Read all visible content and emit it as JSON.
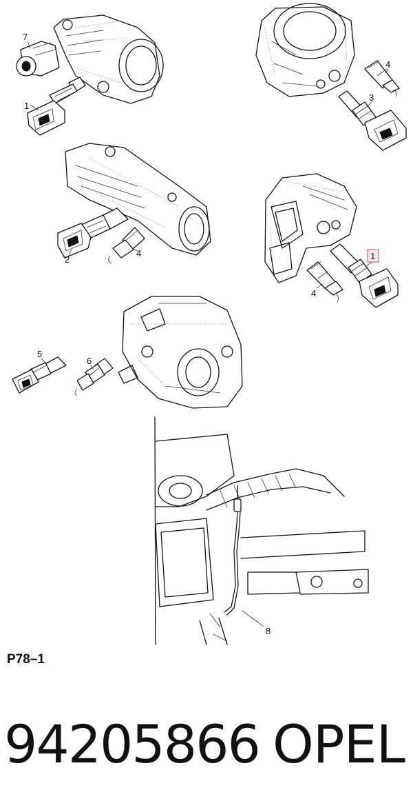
{
  "diagram": {
    "callouts": [
      {
        "id": "c7",
        "label": "7"
      },
      {
        "id": "c1a",
        "label": "1"
      },
      {
        "id": "c4a",
        "label": "4"
      },
      {
        "id": "c3",
        "label": "3"
      },
      {
        "id": "c2",
        "label": "2"
      },
      {
        "id": "c4b",
        "label": "4"
      },
      {
        "id": "c1b",
        "label": "1",
        "highlighted": true
      },
      {
        "id": "c4c",
        "label": "4"
      },
      {
        "id": "c5",
        "label": "5"
      },
      {
        "id": "c6",
        "label": "6"
      },
      {
        "id": "c8",
        "label": "8"
      }
    ],
    "figure_ref": "P78–1",
    "highlight_color": "#d94a6a"
  },
  "footer": {
    "part_number": "94205866",
    "brand": "OPEL"
  }
}
